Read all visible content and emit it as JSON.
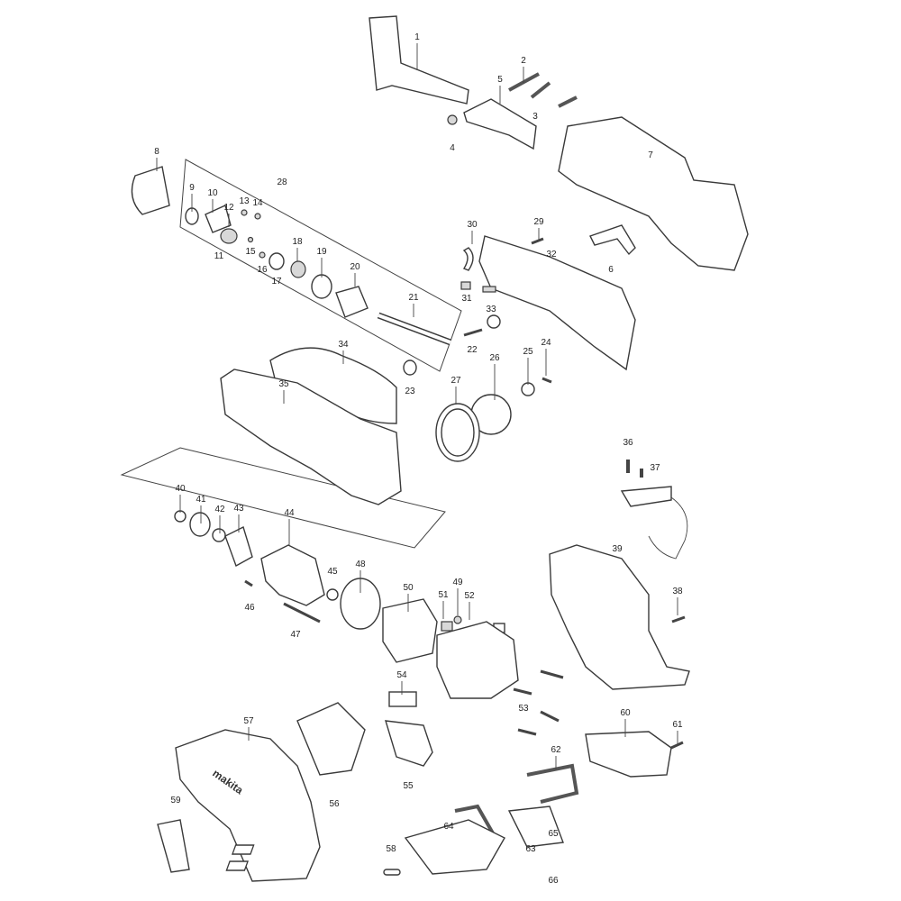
{
  "title": "Exploded parts diagram",
  "colors": {
    "line": "#3a3a3a",
    "fill": "#ffffff",
    "shade": "#d8d8d8"
  },
  "part_numbers": [
    "1",
    "2",
    "3",
    "4",
    "5",
    "6",
    "7",
    "8",
    "9",
    "10",
    "11",
    "12",
    "13",
    "14",
    "15",
    "16",
    "17",
    "18",
    "19",
    "20",
    "21",
    "22",
    "23",
    "24",
    "25",
    "26",
    "27",
    "28",
    "29",
    "30",
    "31",
    "32",
    "33",
    "34",
    "35",
    "36",
    "37",
    "38",
    "39",
    "40",
    "41",
    "42",
    "43",
    "44",
    "45",
    "46",
    "47",
    "48",
    "49",
    "50",
    "51",
    "52",
    "53",
    "54",
    "55",
    "56",
    "57",
    "58",
    "59",
    "60",
    "61",
    "62",
    "63",
    "64",
    "65",
    "66"
  ],
  "logo_text": "makita"
}
